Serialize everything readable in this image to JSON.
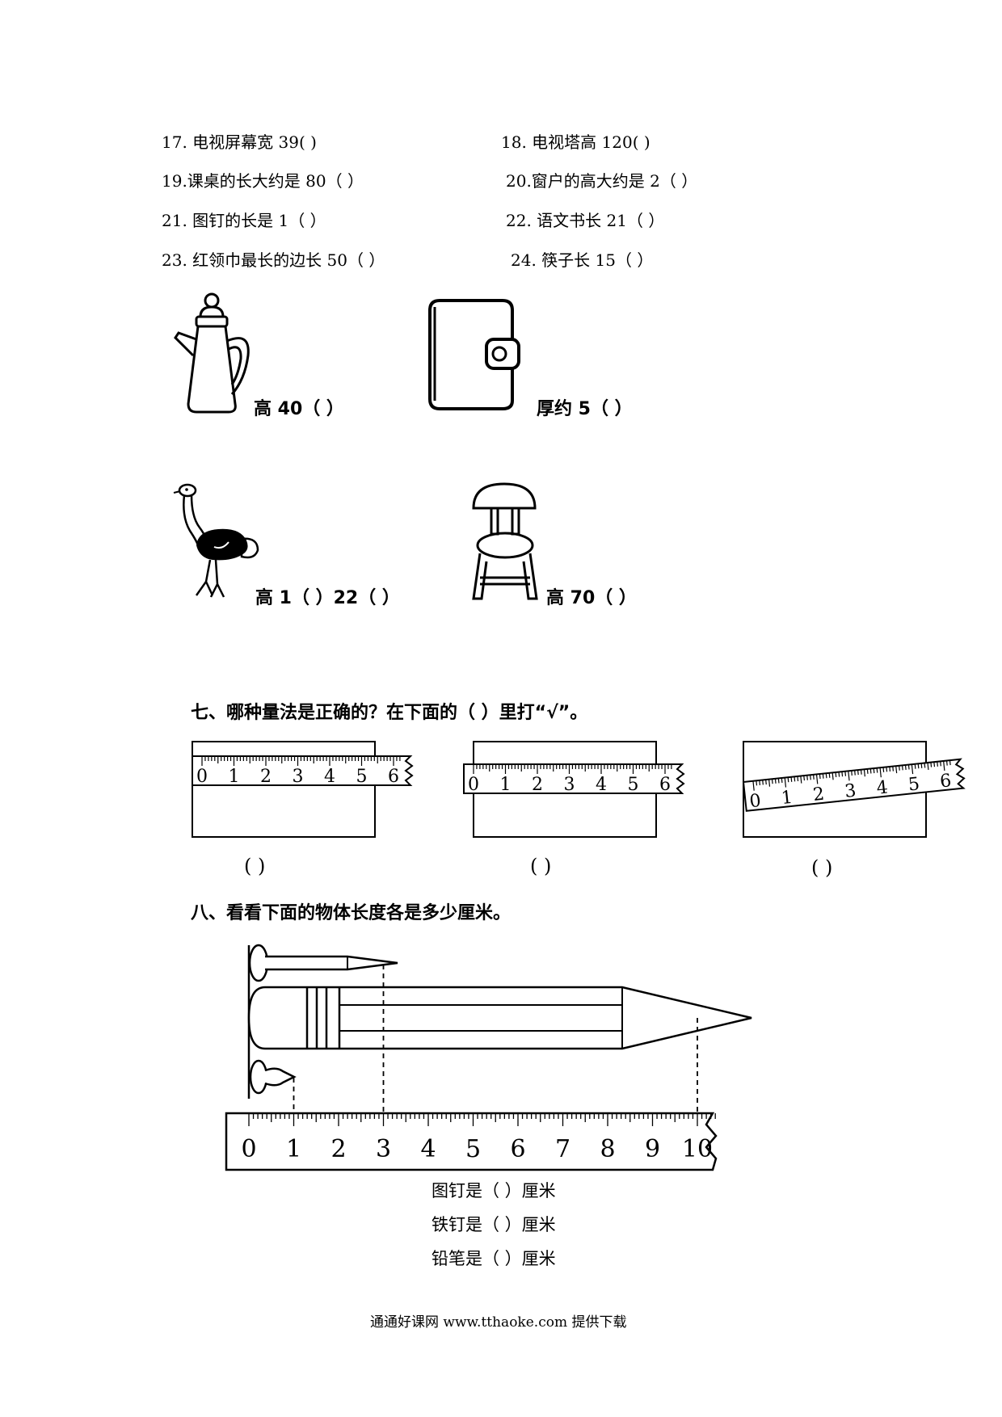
{
  "questions": [
    "17. 电视屏幕宽 39(      )",
    "18. 电视塔高 120(      )",
    "19.课桌的长大约是 80（      ）",
    "20.窗户的高大约是 2（      ）",
    "21. 图钉的长是 1（     ）",
    "22. 语文书长 21（     ）",
    "23. 红领巾最长的边长 50（     ）",
    "24. 筷子长 15（     ）"
  ],
  "pictures": {
    "kettle": "高 40（    ）",
    "book": "厚约 5（    ）",
    "ostrich": "高 1（    ）22（    ）",
    "stool": "高 70（    ）"
  },
  "section7": {
    "title": "七、哪种量法是正确的？在下面的（      ）里打“√”。",
    "ruler_ticks": [
      "0",
      "1",
      "2",
      "3",
      "4",
      "5",
      "6"
    ],
    "answer_blank": "(      )"
  },
  "section8": {
    "title": "八、看看下面的物体长度各是多少厘米。",
    "ruler_ticks": [
      "0",
      "1",
      "2",
      "3",
      "4",
      "5",
      "6",
      "7",
      "8",
      "9",
      "10"
    ],
    "answers": [
      "图钉是（          ）厘米",
      "铁钉是（          ）厘米",
      "铅笔是（          ）厘米"
    ]
  },
  "footer": "通通好课网   www.tthaoke.com  提供下载"
}
